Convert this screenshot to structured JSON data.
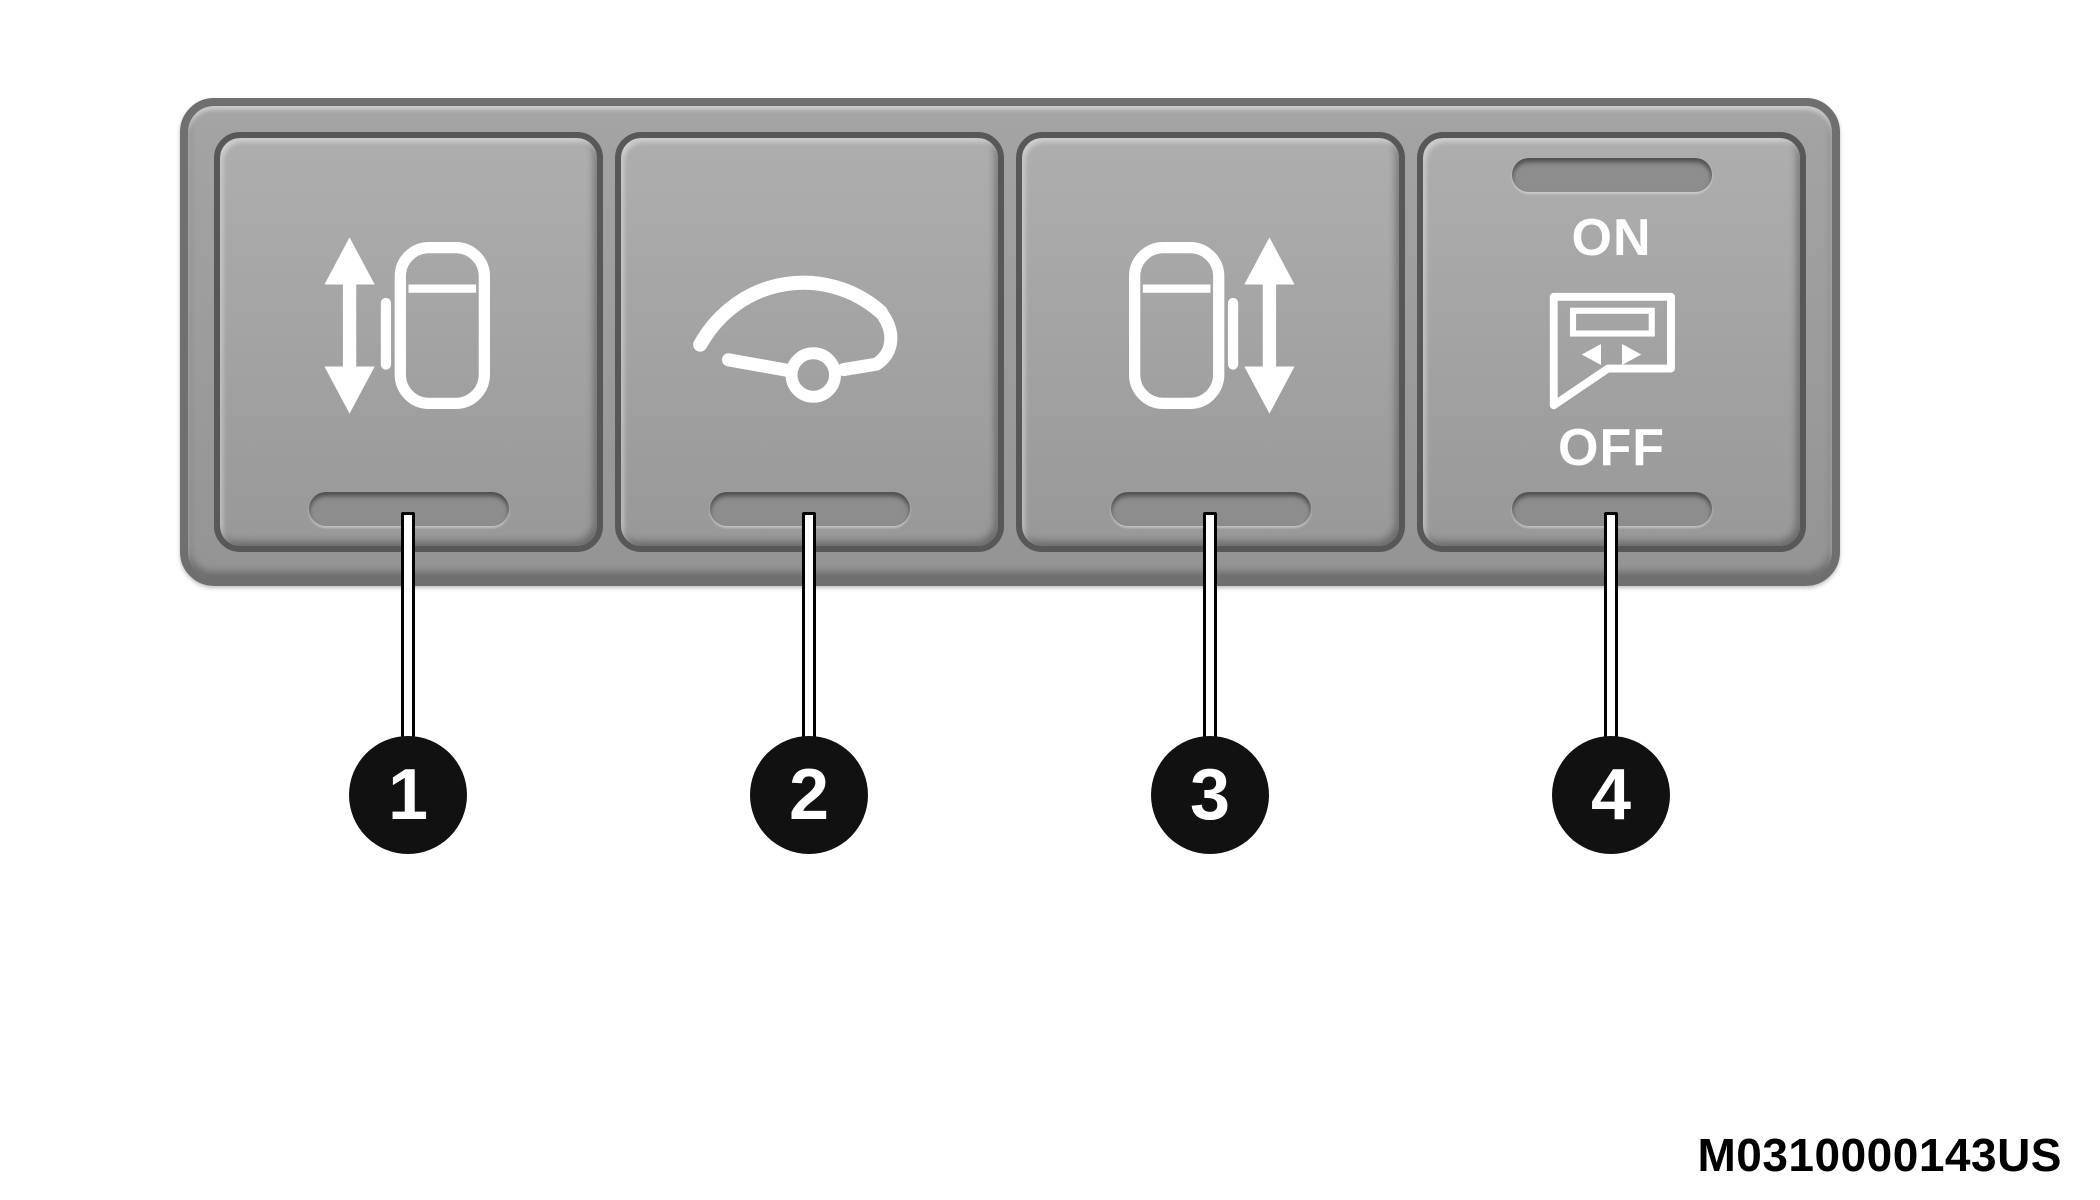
{
  "figure": {
    "code": "M0310000143US"
  },
  "panel": {
    "buttons": [
      {
        "number": "1",
        "icon": "left-sliding-door-switch-icon"
      },
      {
        "number": "2",
        "icon": "liftgate-switch-icon"
      },
      {
        "number": "3",
        "icon": "right-sliding-door-switch-icon"
      },
      {
        "number": "4",
        "icon": "lockout-switch-icon",
        "on_label": "ON",
        "off_label": "OFF"
      }
    ]
  },
  "colors": {
    "panel_bezel": "#6f6f6f",
    "panel_face": "#9a9a9a",
    "button_face": "#a3a3a3",
    "button_border": "#585858",
    "indicator_pill": "#8d8d8d",
    "icon": "#ffffff",
    "callout_badge": "#111111",
    "callout_number": "#ffffff",
    "code_text": "#000000",
    "background": "#ffffff"
  }
}
